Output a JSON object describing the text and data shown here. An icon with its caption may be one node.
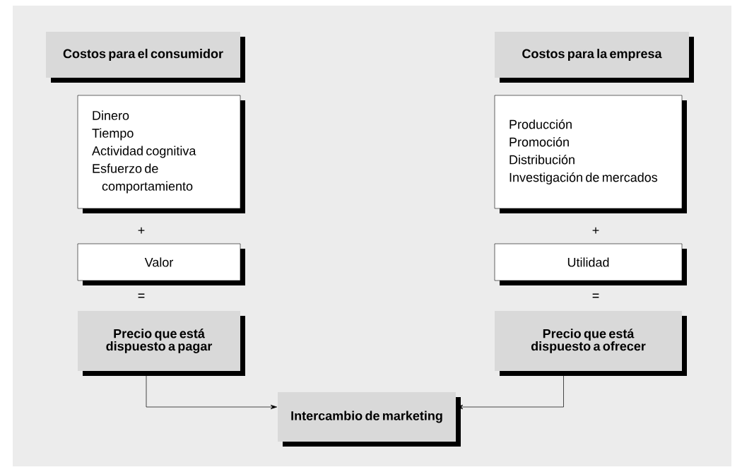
{
  "diagram": {
    "nodes": [
      {
        "text": [
          "Costos para el consumidor"
        ]
      },
      {
        "text": [
          "Dinero",
          "Tiempo",
          "Actividad cognitiva",
          "Esfuerzo de comportamiento"
        ]
      },
      {
        "text": [
          "Valor"
        ]
      },
      {
        "text": [
          "Precio que está dispuesto a pagar"
        ]
      },
      {
        "text": [
          "Intercambio de marketing"
        ]
      },
      {
        "text": [
          "Costos para la empresa"
        ]
      },
      {
        "text": [
          "Producción",
          "Promoción",
          "Distribución",
          "Investigación de mercados"
        ]
      },
      {
        "text": [
          "Utilidad"
        ]
      },
      {
        "text": [
          "Precio que está dispuesto a ofrecer"
        ]
      }
    ],
    "edges": [
      {
        "from": 3,
        "to": 4,
        "arrow": "to"
      },
      {
        "from": 8,
        "to": 4,
        "arrow": "to"
      }
    ],
    "labels": [
      "+",
      "+",
      "=",
      "="
    ]
  }
}
